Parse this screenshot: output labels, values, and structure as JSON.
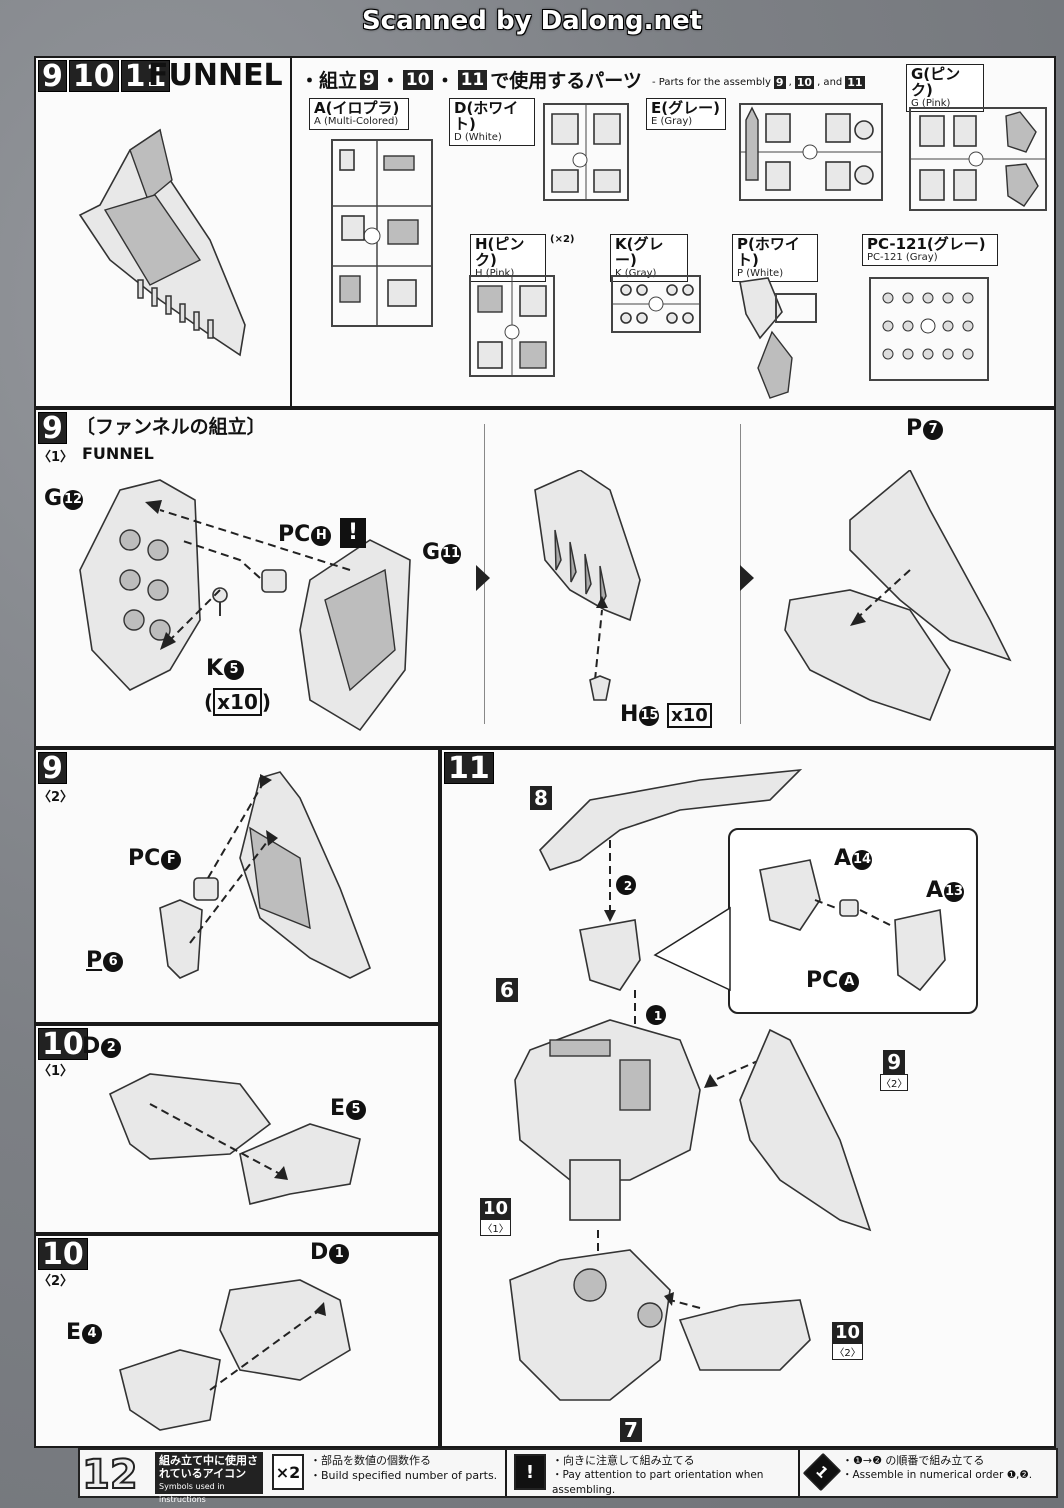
{
  "watermark": "Scanned by Dalong.net",
  "header": {
    "steps": [
      "9",
      "10",
      "11"
    ],
    "title": "FUNNEL"
  },
  "parts": {
    "title_prefix": "・組立",
    "steps": [
      "9",
      "10",
      "11"
    ],
    "title_suffix": "で使用するパーツ",
    "en_prefix": "- Parts for the assembly",
    "en_and": ", and",
    "runners": [
      {
        "jp": "A(イロプラ)",
        "en": "A (Multi-Colored)"
      },
      {
        "jp": "D(ホワイト)",
        "en": "D (White)"
      },
      {
        "jp": "E(グレー)",
        "en": "E (Gray)"
      },
      {
        "jp": "G(ピンク)",
        "en": "G (Pink)"
      },
      {
        "jp": "H(ピンク)",
        "en": "H (Pink)",
        "mult": "(×2)"
      },
      {
        "jp": "K(グレー)",
        "en": "K (Gray)"
      },
      {
        "jp": "P(ホワイト)",
        "en": "P (White)"
      },
      {
        "jp": "PC-121(グレー)",
        "en": "PC-121 (Gray)"
      }
    ]
  },
  "step9_1": {
    "num": "9",
    "sub": "〈1〉",
    "jp_title": "〔ファンネルの組立〕",
    "en_title": "FUNNEL",
    "labels": {
      "g12": "G",
      "g12n": "12",
      "pch": "PC",
      "pchn": "H",
      "g11": "G",
      "g11n": "11",
      "k5": "K",
      "k5n": "5",
      "k5x": "x10",
      "p7": "P",
      "p7n": "7",
      "h15": "H",
      "h15n": "15",
      "h15x": "x10"
    }
  },
  "step9_2": {
    "num": "9",
    "sub": "〈2〉",
    "labels": {
      "pcf": "PC",
      "pcfn": "F",
      "p6": "P",
      "p6n": "6"
    }
  },
  "step10_1": {
    "num": "10",
    "sub": "〈1〉",
    "labels": {
      "d2": "D",
      "d2n": "2",
      "e5": "E",
      "e5n": "5"
    }
  },
  "step10_2": {
    "num": "10",
    "sub": "〈2〉",
    "labels": {
      "d1": "D",
      "d1n": "1",
      "e4": "E",
      "e4n": "4"
    }
  },
  "step11": {
    "num": "11",
    "labels": {
      "s8": "8",
      "s6": "6",
      "s7": "7",
      "a14": "A",
      "a14n": "14",
      "a13": "A",
      "a13n": "13",
      "pca": "PC",
      "pcan": "A",
      "o1": "1",
      "o2": "2",
      "r9": "9",
      "r9s": "〈2〉",
      "r10a": "10",
      "r10as": "〈1〉",
      "r10b": "10",
      "r10bs": "〈2〉"
    }
  },
  "footer": {
    "page": "12",
    "legend_jp": "組み立て中に使用されているアイコン",
    "legend_en": "Symbols used in instructions",
    "items": [
      {
        "icon": "×2",
        "jp": "・部品を数値の個数作る",
        "en": "・Build specified number of parts."
      },
      {
        "icon": "!",
        "jp": "・向きに注意して組み立てる",
        "en": "・Pay attention to part orientation when assembling."
      },
      {
        "icon": "1",
        "jp": "・❶→❷ の順番で組み立てる",
        "en": "・Assemble in numerical order ❶,❷."
      }
    ]
  }
}
